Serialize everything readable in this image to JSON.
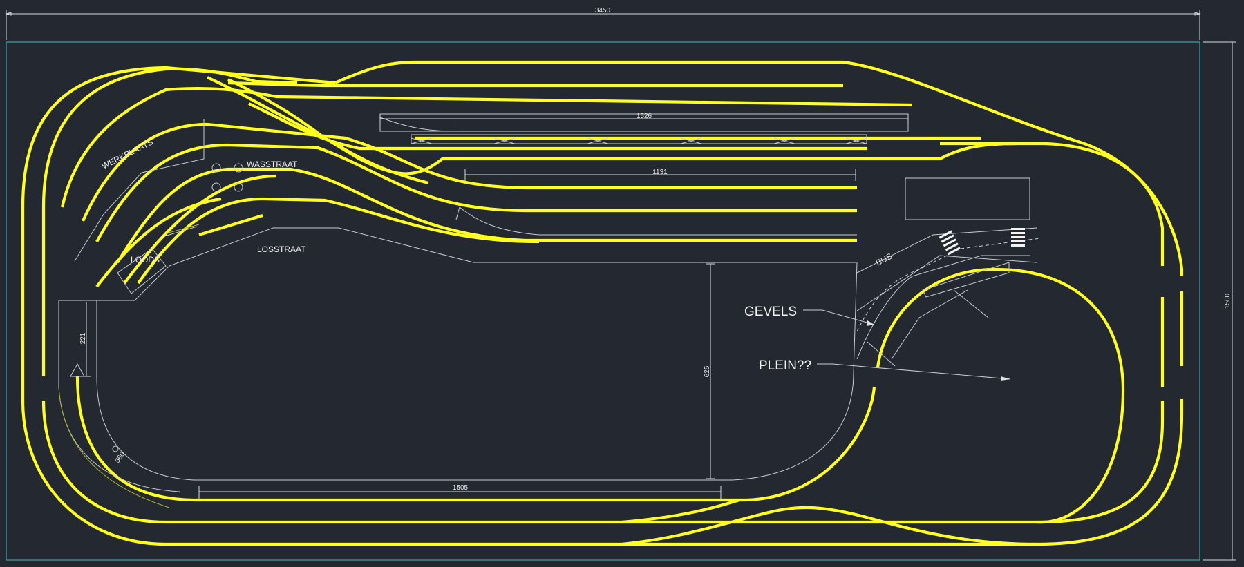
{
  "dimensions": {
    "total_width": "3450",
    "total_height": "1500",
    "platform_1": "1526",
    "platform_2": "1131",
    "bottom_run": "1505",
    "inner_height": "625",
    "left_offset": "221",
    "radius": "560"
  },
  "labels": {
    "werkplaats": "WERKPLAATS",
    "wasstraat": "WASSTRAAT",
    "loods": "LOODS",
    "losstraat": "LOSSTRAAT",
    "bus": "BUS",
    "gevels": "GEVELS",
    "plein": "PLEIN??"
  },
  "colors": {
    "background": "#232831",
    "track": "#ffff1f",
    "frame": "#3aa6a6",
    "linework": "#c8ccd2"
  }
}
